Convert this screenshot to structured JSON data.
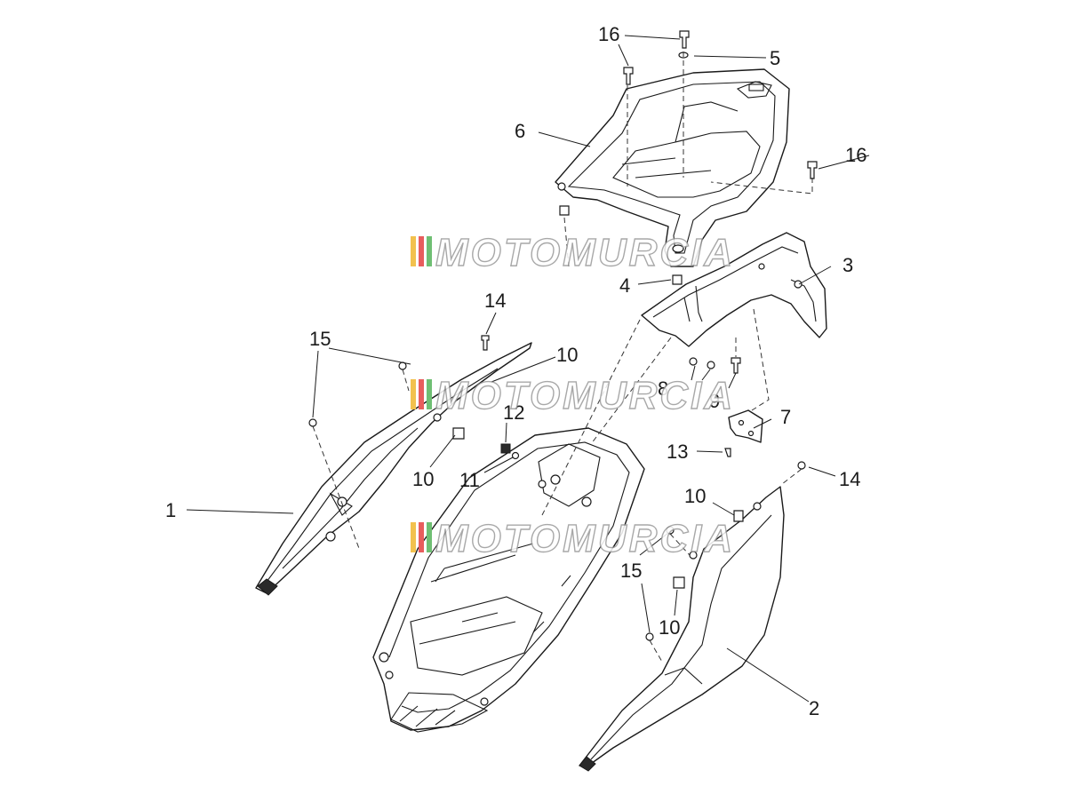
{
  "callouts": [
    "1",
    "2",
    "3",
    "4",
    "5",
    "6",
    "7",
    "8",
    "9",
    "10",
    "10",
    "10",
    "10",
    "11",
    "12",
    "13",
    "14",
    "14",
    "15",
    "15",
    "16",
    "16"
  ],
  "watermark": {
    "text": "MOTOMURCIA",
    "stripe_colors": [
      "#f2c14e",
      "#e85d5d",
      "#6fbf73"
    ]
  }
}
